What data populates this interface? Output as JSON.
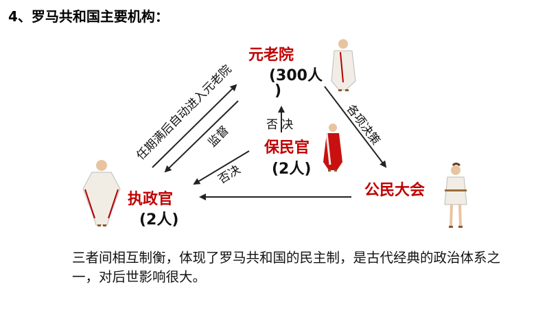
{
  "title": "4、罗马共和国主要机构：",
  "senate": {
    "name": "元老院",
    "count_line1": "(300人",
    "count_line2": ")"
  },
  "tribune": {
    "name": "保民官",
    "count": "(2人)"
  },
  "assembly": {
    "name": "公民大会"
  },
  "consul": {
    "name": "执政官",
    "count": "(2人)"
  },
  "arrows": {
    "consul_to_senate": "任期满后自动进入元老院",
    "senate_to_consul": "监督",
    "tribune_to_consul": "否决",
    "tribune_to_senate": "否 决",
    "senate_to_assembly": "各项决策"
  },
  "summary": "三者间相互制衡，体现了罗马共和国的民主制，是古代经典的政治体系之一，对后世影响很大。",
  "colors": {
    "node": "#c00000",
    "toga": "#f2ede4",
    "toga_red": "#b30000",
    "sandal": "#8a5a2b",
    "skin": "#e8c4a0"
  }
}
